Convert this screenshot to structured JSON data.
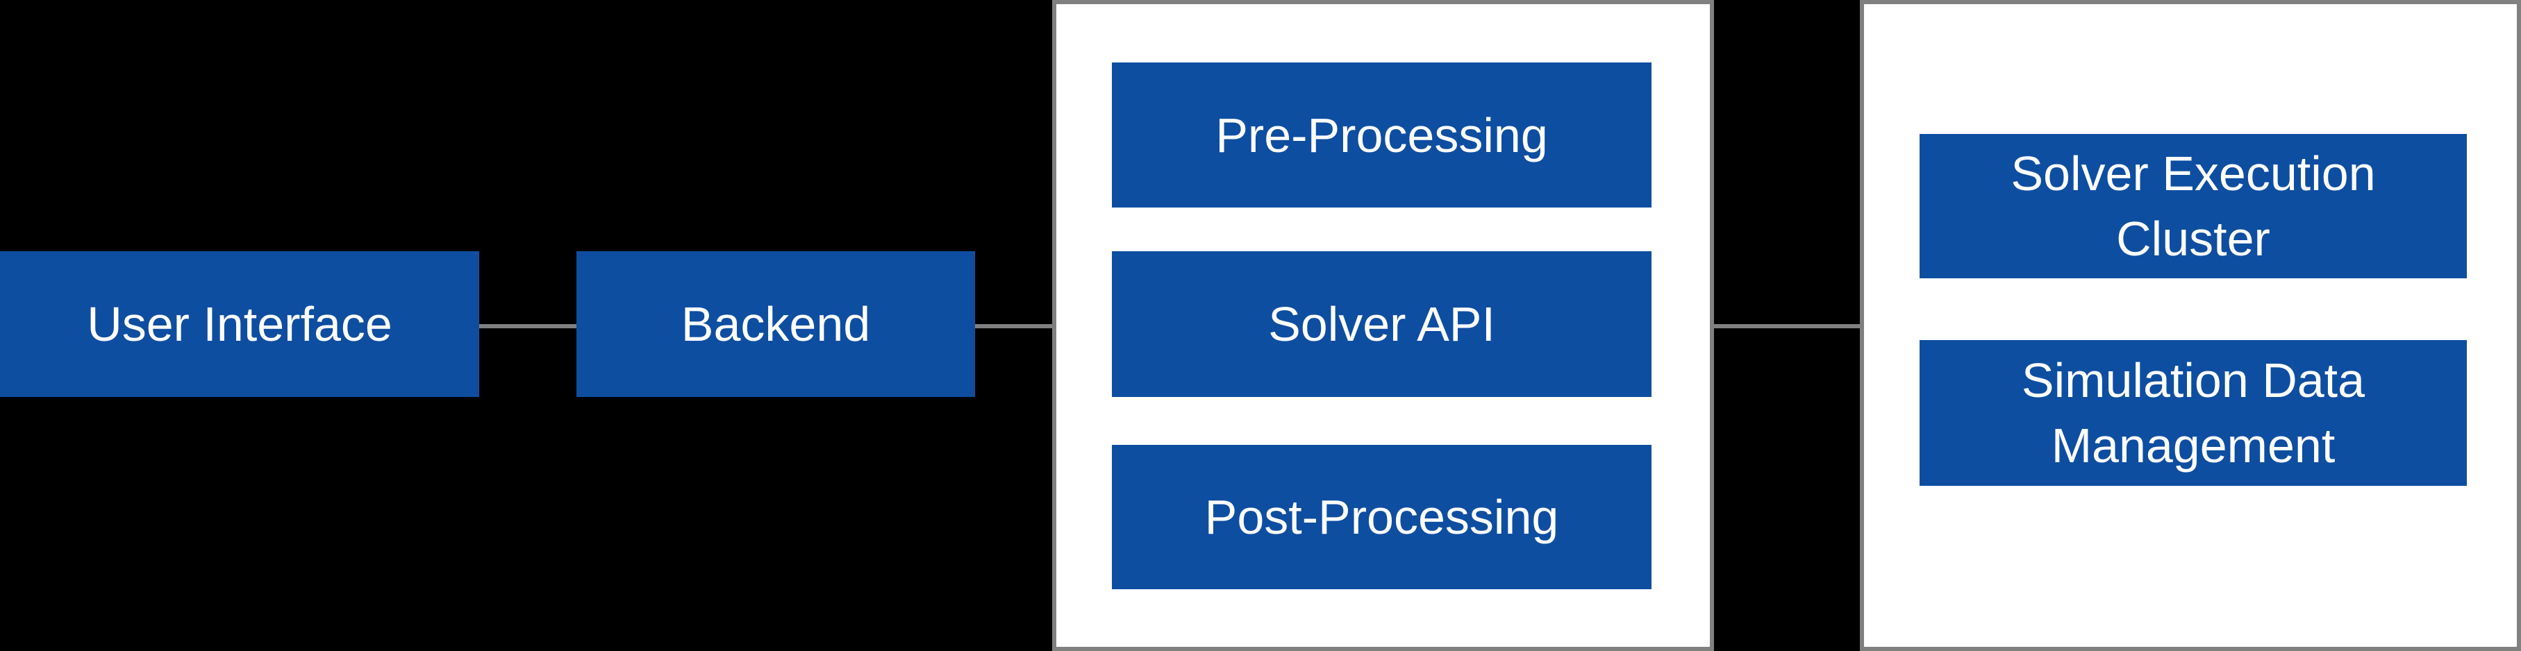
{
  "colors": {
    "background": "#000000",
    "node_blue": "#0E4EA1",
    "connector_gray": "#808080",
    "group_background": "#ffffff",
    "node_text": "#ffffff"
  },
  "diagram": {
    "nodes": {
      "user_interface": {
        "label": "User Interface"
      },
      "backend": {
        "label": "Backend"
      },
      "pre_processing": {
        "label": "Pre-Processing"
      },
      "solver_api": {
        "label": "Solver API"
      },
      "post_processing": {
        "label": "Post-Processing"
      },
      "solver_execution_cluster": {
        "label": "Solver Execution Cluster"
      },
      "simulation_data_management": {
        "label": "Simulation Data Management"
      }
    }
  }
}
